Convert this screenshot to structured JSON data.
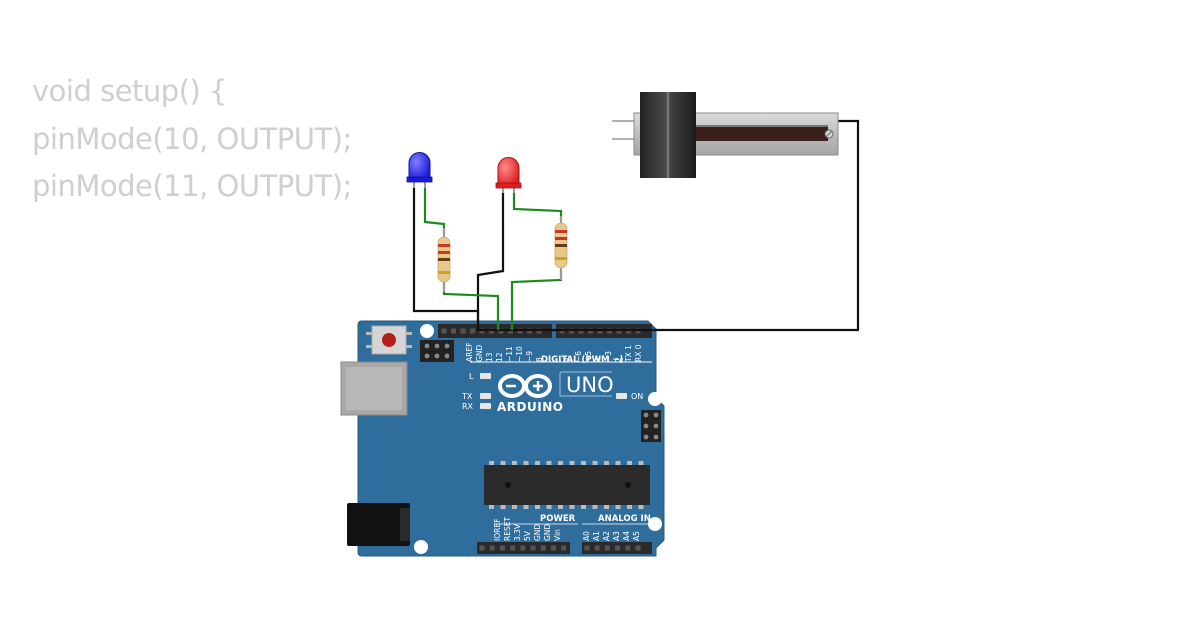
{
  "code": {
    "lines": [
      "void setup() {",
      "pinMode(10, OUTPUT);",
      "pinMode(11, OUTPUT);"
    ]
  },
  "board": {
    "brand": "ARDUINO",
    "model": "UNO",
    "digital_header": "DIGITAL (PWM ~)",
    "power_header": "POWER",
    "analog_header": "ANALOG IN",
    "on_label": "ON",
    "l_label": "L",
    "tx_label": "TX",
    "rx_label": "RX",
    "digital_pins": [
      "AREF",
      "GND",
      "13",
      "12",
      "~11",
      "~10",
      "~9",
      "8",
      "7",
      "~6",
      "~5",
      "4",
      "~3",
      "2",
      "TX 1",
      "RX 0"
    ],
    "power_pins": [
      "IOREF",
      "RESET",
      "3.3V",
      "5V",
      "GND",
      "GND",
      "Vin"
    ],
    "analog_pins": [
      "A0",
      "A1",
      "A2",
      "A3",
      "A4",
      "A5"
    ]
  },
  "colors": {
    "board": "#2f6e9c",
    "led_blue": "#1a1ad6",
    "led_red": "#dd1f1f",
    "wire_black": "#111111",
    "wire_green": "#1d8a1d",
    "code_text": "#cfcfcf"
  },
  "components": {
    "leds": [
      "blue-led",
      "red-led"
    ],
    "resistors": [
      "resistor-1",
      "resistor-2"
    ],
    "potentiometer": "slide-potentiometer"
  }
}
